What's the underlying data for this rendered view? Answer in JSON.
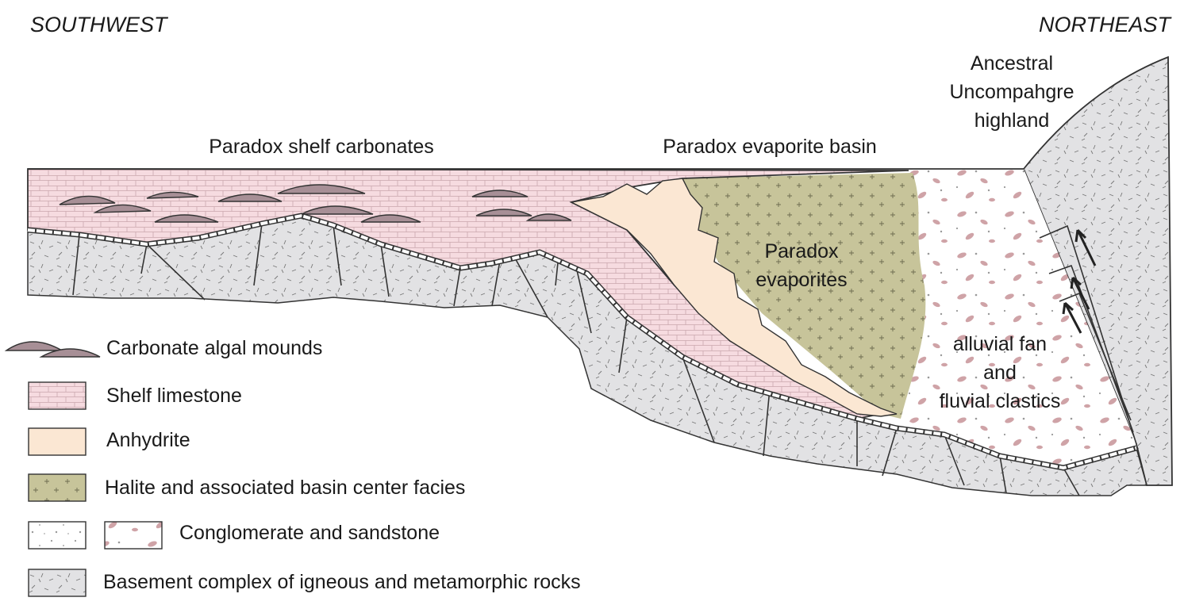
{
  "directions": {
    "left": "SOUTHWEST",
    "right": "NORTHEAST"
  },
  "labels": {
    "highland": [
      "Ancestral",
      "Uncompahgre",
      "highland"
    ],
    "shelf": "Paradox shelf carbonates",
    "basin": "Paradox evaporite basin",
    "evaporites": [
      "Paradox",
      "evaporites"
    ],
    "fan": [
      "alluvial fan",
      "and",
      "fluvial clastics"
    ]
  },
  "legend": {
    "mounds": "Carbonate algal mounds",
    "limestone": "Shelf limestone",
    "anhydrite": "Anhydrite",
    "halite": "Halite and associated basin center facies",
    "conglomerate": "Conglomerate and sandstone",
    "basement": "Basement complex of igneous and metamorphic rocks"
  },
  "colors": {
    "limestone": "#f6dbe0",
    "anhydrite": "#fbe7d3",
    "halite": "#c7c49a",
    "conglomerate": "#ffffff",
    "clast": "#cfa3a7",
    "basement": "#e2e2e4",
    "mound": "#a78f96",
    "line": "#333333"
  }
}
